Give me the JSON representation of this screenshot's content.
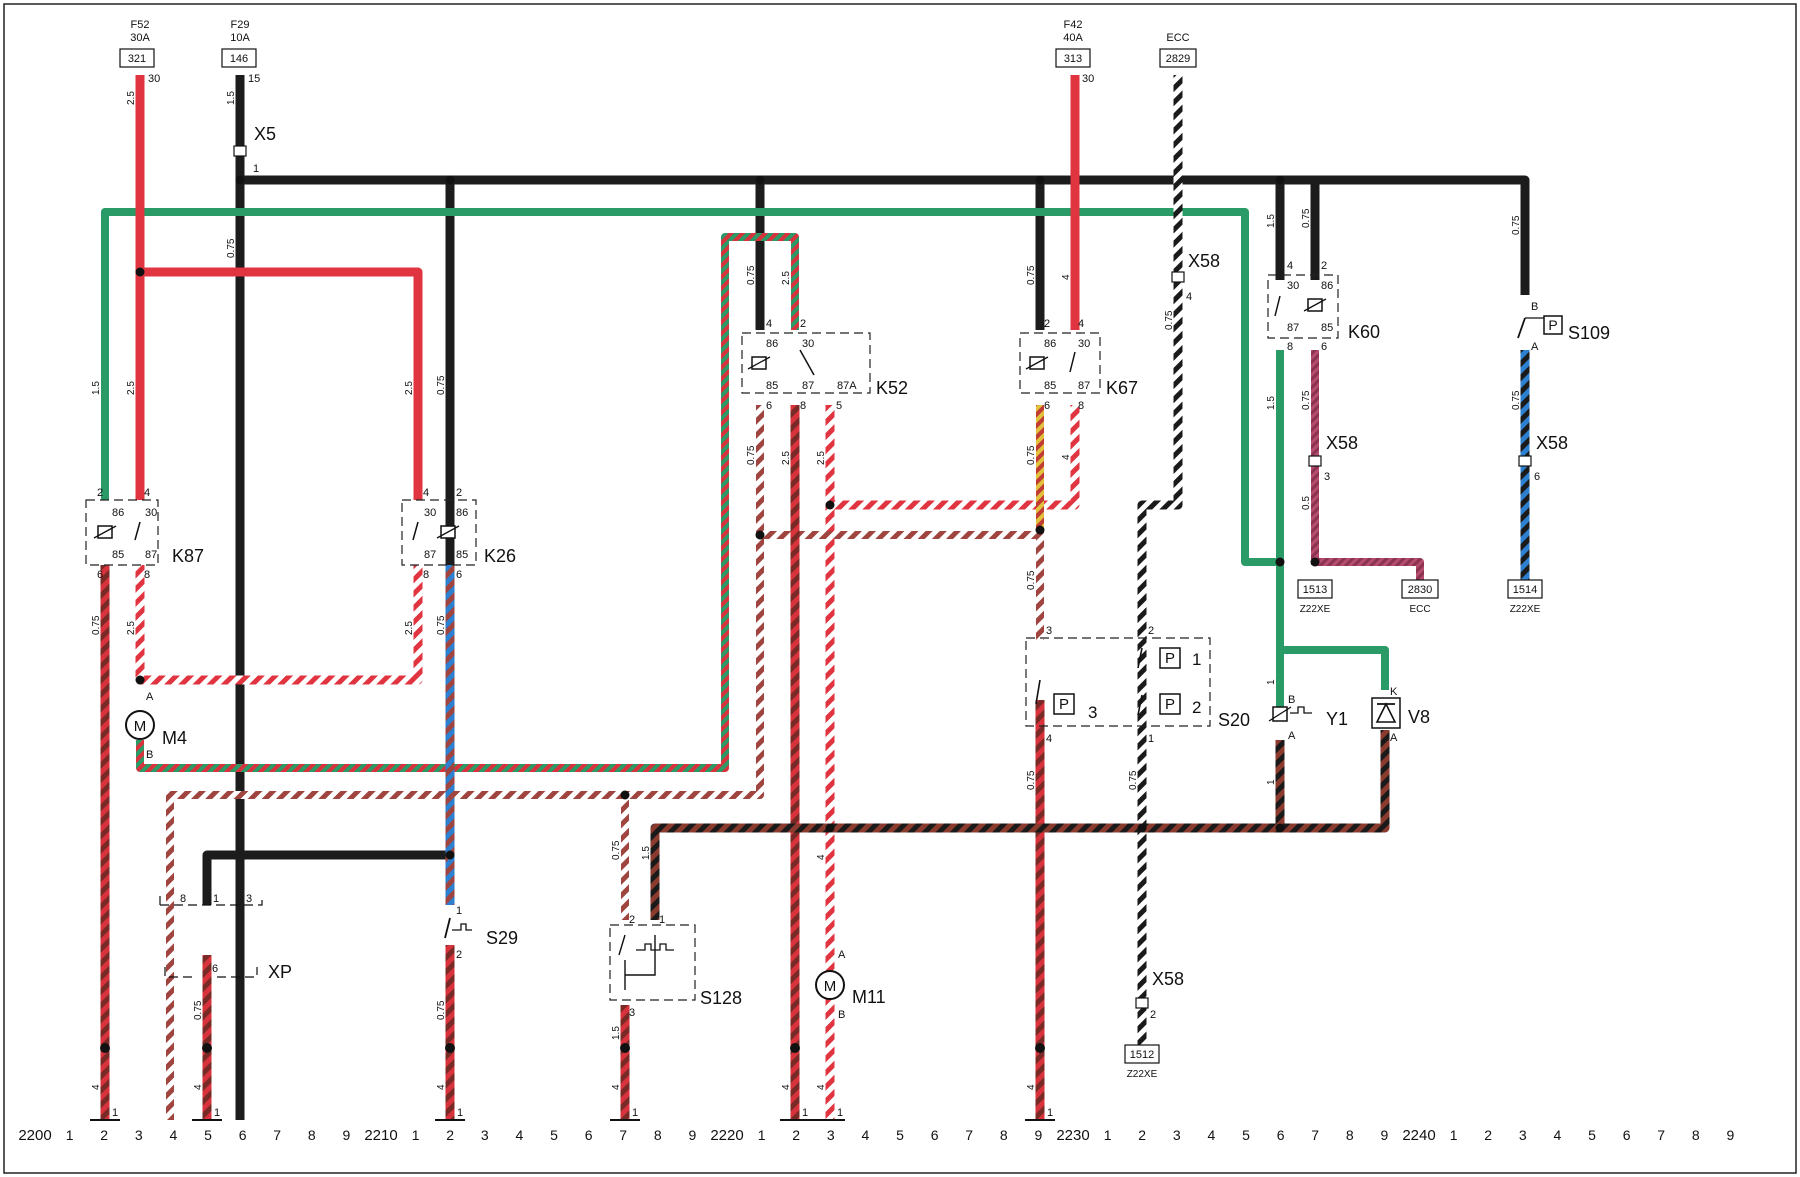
{
  "fuses": [
    {
      "name": "F52",
      "rating": "30A",
      "wire_no": "321",
      "pin": "30"
    },
    {
      "name": "F29",
      "rating": "10A",
      "wire_no": "146",
      "pin": "15"
    },
    {
      "name": "F42",
      "rating": "40A",
      "wire_no": "313",
      "pin": "30"
    },
    {
      "name": "ECC",
      "wire_no": "2829"
    }
  ],
  "relays": [
    {
      "name": "K87",
      "pins": [
        "86",
        "30",
        "85",
        "87"
      ],
      "pin_nums": [
        "2",
        "4",
        "6",
        "8"
      ]
    },
    {
      "name": "K26",
      "pins": [
        "30",
        "86",
        "87",
        "85"
      ],
      "pin_nums": [
        "4",
        "2",
        "8",
        "6"
      ]
    },
    {
      "name": "K52",
      "pins": [
        "86",
        "30",
        "85",
        "87",
        "87A"
      ],
      "pin_nums": [
        "4",
        "2",
        "6",
        "8",
        "5"
      ]
    },
    {
      "name": "K67",
      "pins": [
        "86",
        "30",
        "85",
        "87"
      ],
      "pin_nums": [
        "2",
        "4",
        "6",
        "8"
      ]
    },
    {
      "name": "K60",
      "pins": [
        "30",
        "86",
        "87",
        "85"
      ],
      "pin_nums": [
        "4",
        "2",
        "8",
        "6"
      ]
    }
  ],
  "components": {
    "m4": "M4",
    "m11": "M11",
    "motor_symbol": "M",
    "x5": "X5",
    "x58": "X58",
    "xp": "XP",
    "s20": "S20",
    "s29": "S29",
    "s109": "S109",
    "s128": "S128",
    "y1": "Y1",
    "v8": "V8",
    "p": "P"
  },
  "connectors": [
    {
      "label": "1513",
      "sub": "Z22XE"
    },
    {
      "label": "2830",
      "sub": "ECC"
    },
    {
      "label": "1514",
      "sub": "Z22XE"
    },
    {
      "label": "1512",
      "sub": "Z22XE"
    }
  ],
  "pin_labels": [
    "1",
    "2",
    "3",
    "4",
    "5",
    "6",
    "8",
    "A",
    "B",
    "K"
  ],
  "wire_gauges": [
    "2.5",
    "1.5",
    "0.75",
    "4",
    "0.5",
    "1"
  ],
  "ruler": {
    "blocks": [
      "2200",
      "2210",
      "2220",
      "2230",
      "2240"
    ],
    "digits": [
      "1",
      "2",
      "3",
      "4",
      "5",
      "6",
      "7",
      "8",
      "9"
    ]
  }
}
